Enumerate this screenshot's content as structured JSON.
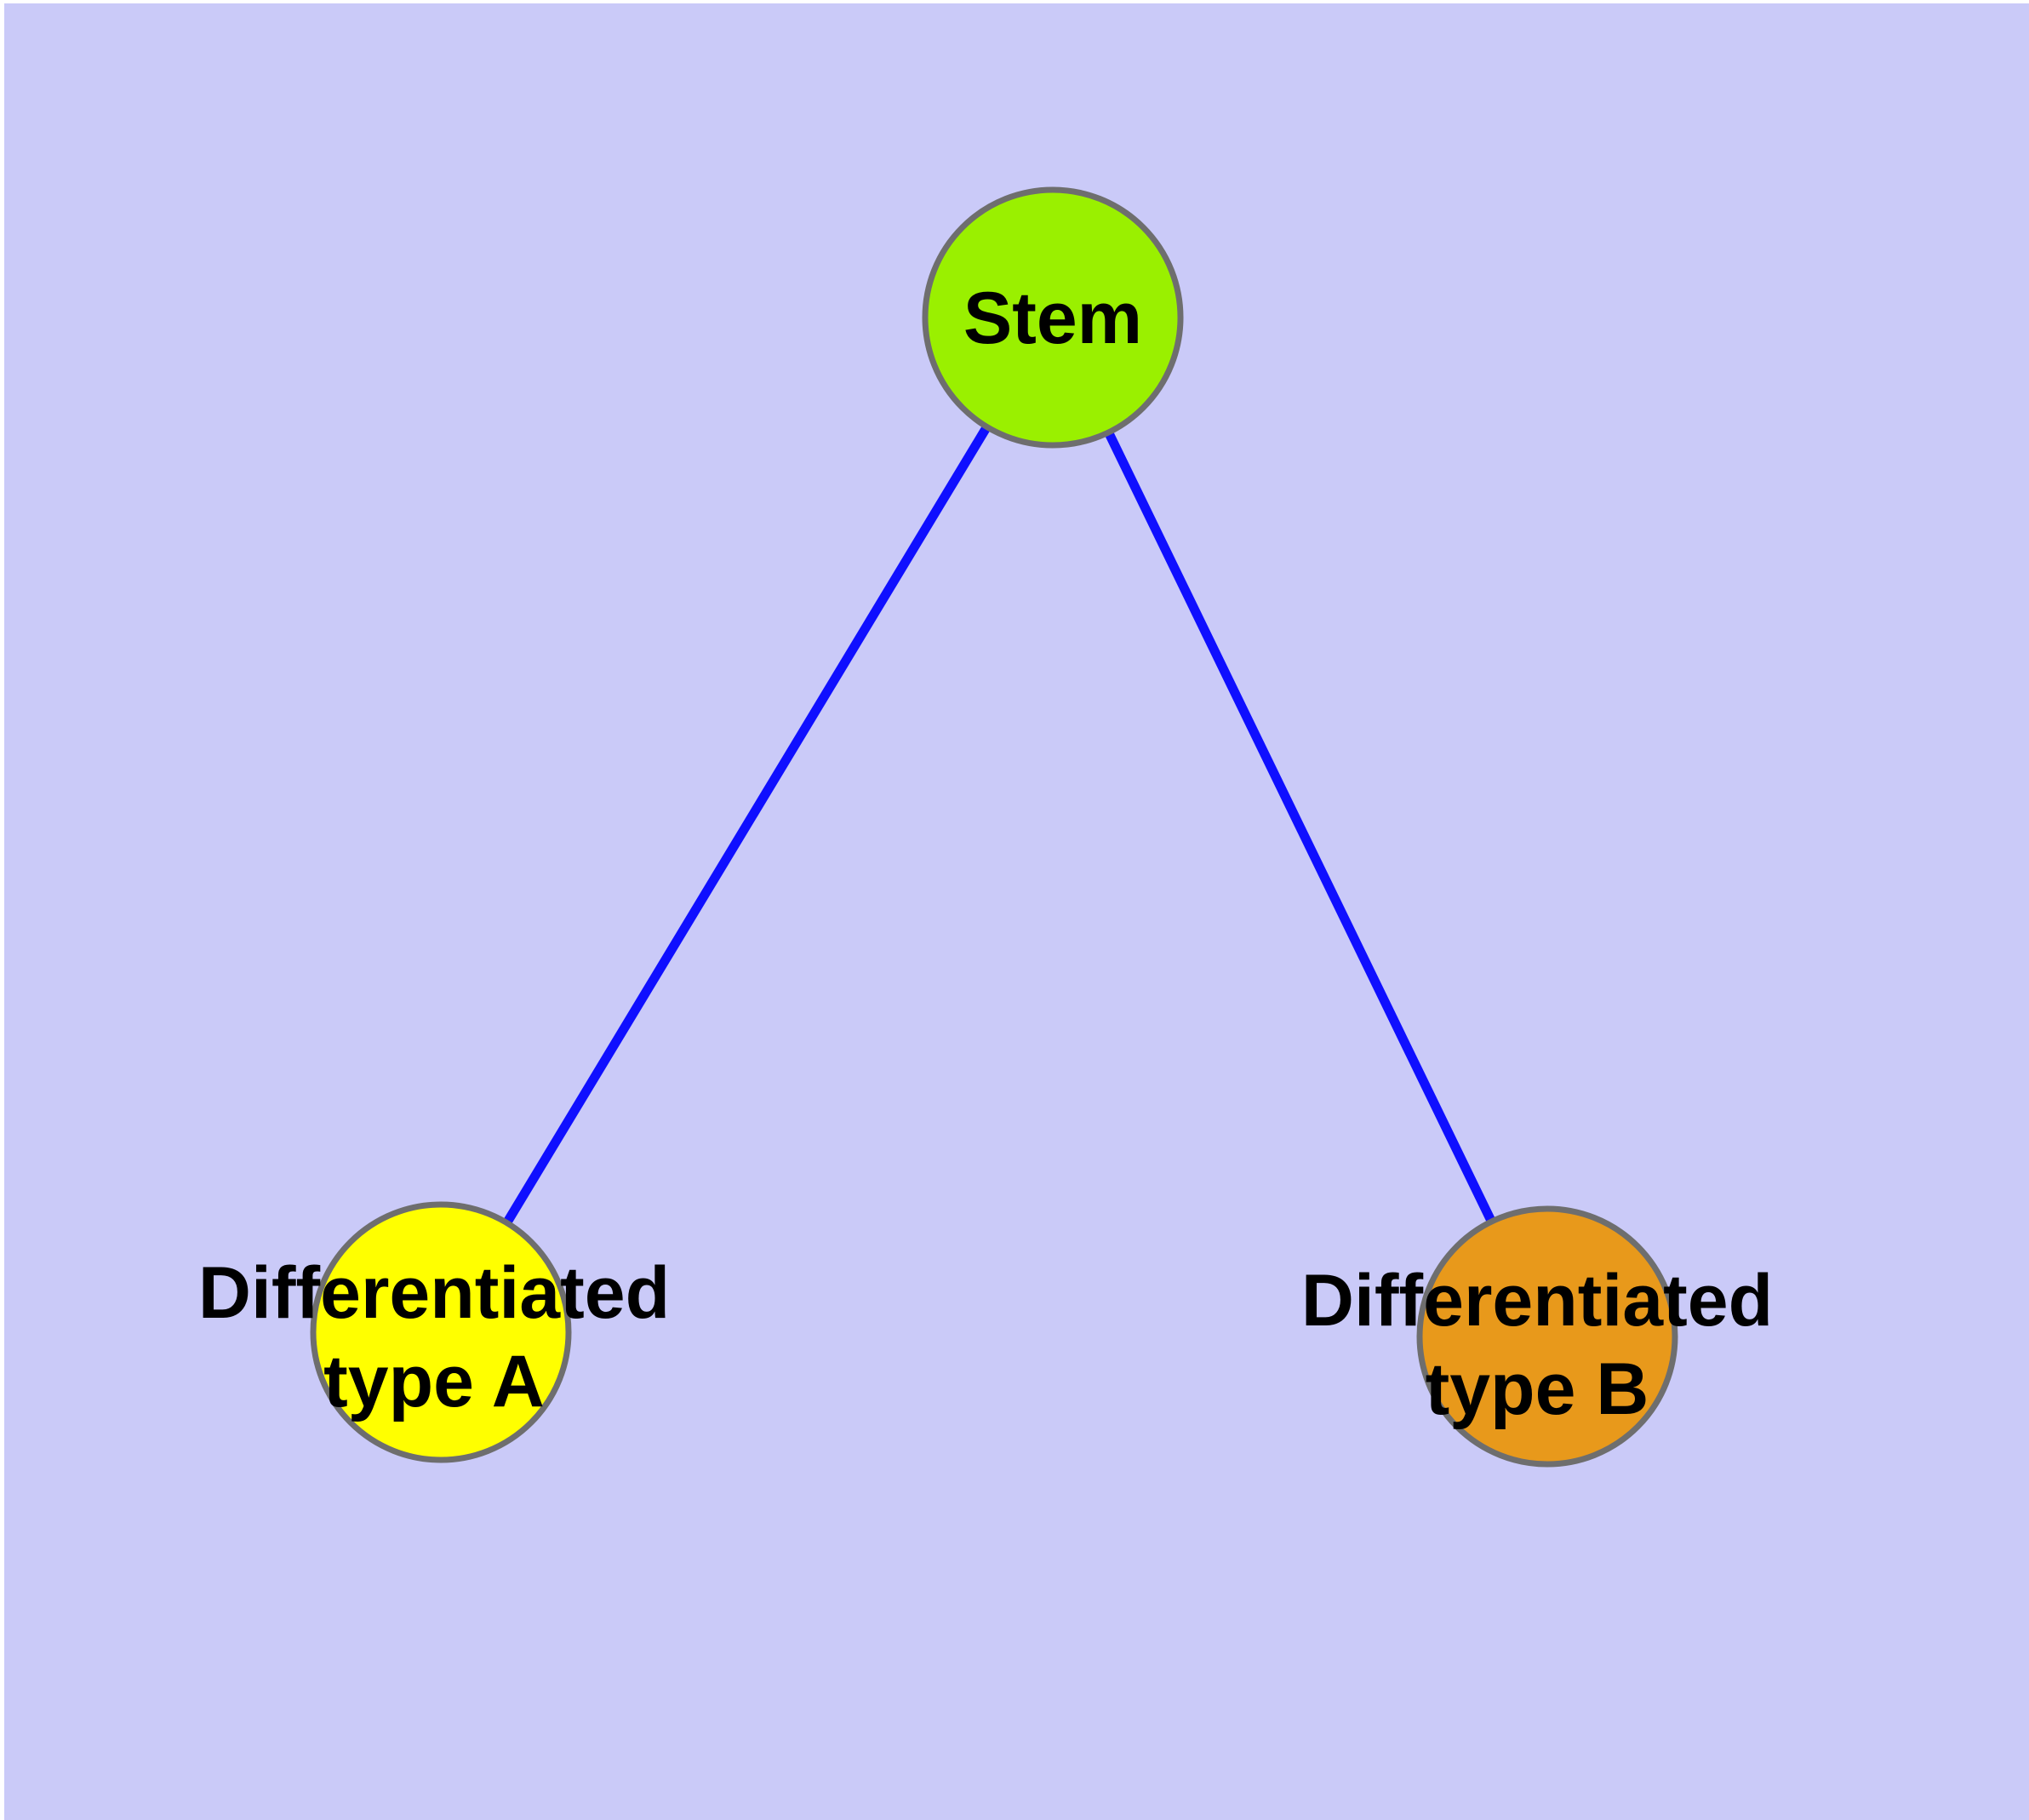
{
  "diagram": {
    "background_color": "#cacaf8",
    "page_margin_color": "#ffffff",
    "node_border_color": "#6e6e6e",
    "edge_color": "#0f0fff",
    "label_color": "#000000",
    "nodes": {
      "stem": {
        "label": "Stem",
        "color": "#9af000"
      },
      "type_a": {
        "label_line1": "Differentiated",
        "label_line2": "type A",
        "color": "#ffff00"
      },
      "type_b": {
        "label_line1": "Differentiated",
        "label_line2": "type B",
        "color": "#e8991b"
      }
    },
    "edges": [
      {
        "from": "Stem",
        "to": "Differentiated type A"
      },
      {
        "from": "Stem",
        "to": "Differentiated type B"
      }
    ]
  }
}
